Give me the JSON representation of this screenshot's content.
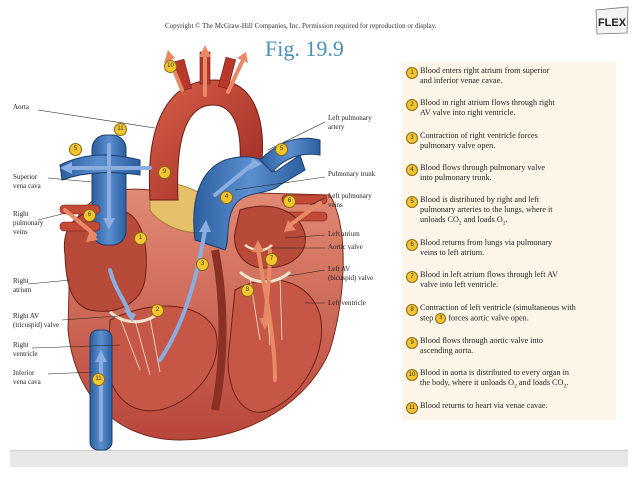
{
  "copyright": "Copyright © The McGraw-Hill Companies, Inc. Permission required for reproduction or display.",
  "figure_title": "Fig. 19.9",
  "logo_text": "FLEX",
  "labels_left": {
    "aorta": "Aorta",
    "svc_1": "Superior",
    "svc_2": "vena cava",
    "rpv_1": "Right",
    "rpv_2": "pulmonary",
    "rpv_3": "veins",
    "ra_1": "Right",
    "ra_2": "atrium",
    "rav_1": "Right AV",
    "rav_2": "(tricuspid) valve",
    "rv_1": "Right",
    "rv_2": "ventricle",
    "ivc_1": "Inferior",
    "ivc_2": "vena cava"
  },
  "labels_right": {
    "lpa_1": "Left pulmonary",
    "lpa_2": "artery",
    "pt": "Pulmonary trunk",
    "lpv_1": "Left pulmonary",
    "lpv_2": "veins",
    "la": "Left atrium",
    "av": "Aortic valve",
    "lav_1": "Left AV",
    "lav_2": "(bicuspid) valve",
    "lv": "Left ventricle"
  },
  "badges": [
    "1",
    "2",
    "3",
    "4",
    "5",
    "5",
    "6",
    "6",
    "7",
    "8",
    "9",
    "10",
    "11",
    "11"
  ],
  "steps": [
    {
      "num": "1",
      "line1": "Blood enters right atrium from superior",
      "line2": "and inferior venae cavae."
    },
    {
      "num": "2",
      "line1": "Blood in right atrium flows through right",
      "line2": "AV valve into right ventricle."
    },
    {
      "num": "3",
      "line1": "Contraction of right ventricle forces",
      "line2": "pulmonary valve open."
    },
    {
      "num": "4",
      "line1": "Blood flows through pulmonary valve",
      "line2": "into pulmonary trunk."
    },
    {
      "num": "5",
      "line1": "Blood is distributed by right and left",
      "line2": "pulmonary arteries to the lungs, where it",
      "line3a": "unloads CO",
      "line3b": "2",
      "line3c": " and loads O",
      "line3d": "2",
      "line3e": "."
    },
    {
      "num": "6",
      "line1": "Blood returns from lungs via pulmonary",
      "line2": "veins to left atrium."
    },
    {
      "num": "7",
      "line1": "Blood in left atrium flows through left AV",
      "line2": "valve into left ventricle."
    },
    {
      "num": "8",
      "line1": "Contraction of left ventricle (simultaneous with",
      "line2a": "step ",
      "line2b": "3",
      "line2c": " forces aortic valve open."
    },
    {
      "num": "9",
      "line1": "Blood flows through aortic valve into",
      "line2": "ascending aorta."
    },
    {
      "num": "10",
      "line1": "Blood in aorta is distributed to every organ in",
      "line2a": "the body, where it unloads O",
      "line2b": "2",
      "line2c": " and loads CO",
      "line2d": "2",
      "line2e": "."
    },
    {
      "num": "11",
      "line1": "Blood returns to heart via venae cavae."
    }
  ],
  "colors": {
    "title": "#4a8fb8",
    "badge": "#f2c531",
    "panel": "#fdf6e8",
    "oxygenated": "#c8402e",
    "deoxygenated": "#3b6fb5"
  }
}
